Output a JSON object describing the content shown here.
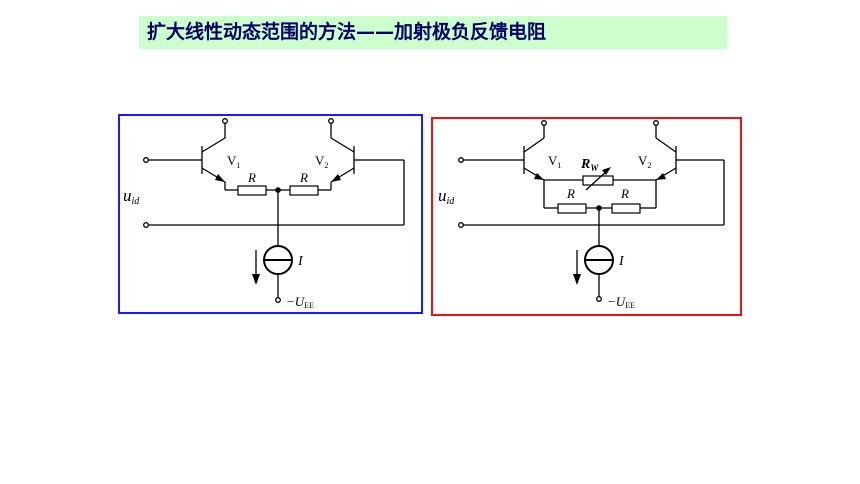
{
  "title": "扩大线性动态范围的方法——加射极负反馈电阻",
  "colors": {
    "title_background": "#ccffcc",
    "title_text": "#000066",
    "left_frame": "#1a1aff",
    "right_frame": "#ee1111"
  },
  "left_circuit": {
    "input_label_main": "u",
    "input_label_sub": "id",
    "transistor_1": "V",
    "transistor_1_sub": "1",
    "transistor_2": "V",
    "transistor_2_sub": "2",
    "resistor_left": "R",
    "resistor_right": "R",
    "current_source": "I",
    "supply_main": "−U",
    "supply_sub": "EE"
  },
  "right_circuit": {
    "input_label_main": "u",
    "input_label_sub": "id",
    "transistor_1": "V",
    "transistor_1_sub": "1",
    "transistor_2": "V",
    "transistor_2_sub": "2",
    "pot_main": "R",
    "pot_sub": "W",
    "resistor_left": "R",
    "resistor_right": "R",
    "current_source": "I",
    "supply_main": "−U",
    "supply_sub": "EE"
  }
}
